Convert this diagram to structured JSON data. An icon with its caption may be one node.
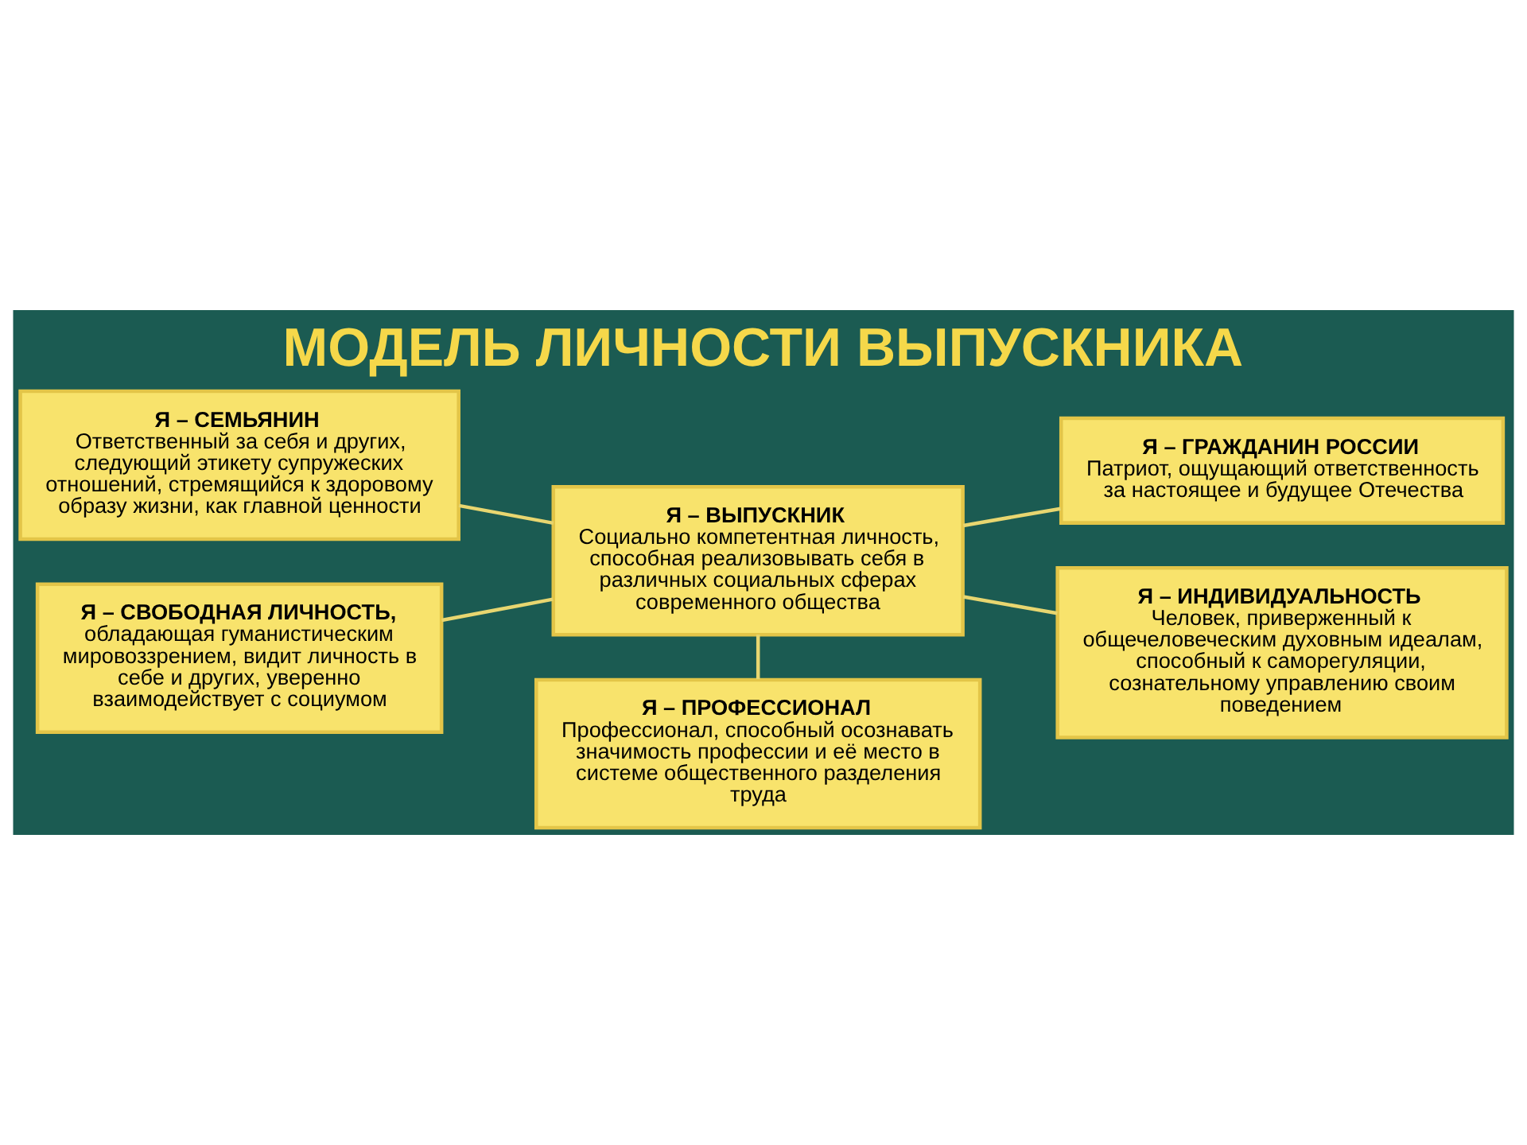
{
  "diagram": {
    "title": "МОДЕЛЬ ЛИЧНОСТИ ВЫПУСКНИКА",
    "nodes": [
      {
        "text": [
          "Я – ВЫПУСКНИК",
          "Социально компетентная личность, способная реализовывать себя в различных социальных сферах современного общества"
        ]
      },
      {
        "text": [
          "Я – СЕМЬЯНИН",
          "Ответственный за себя и других, следующий этикету супружеских отношений, стремящийся к здоровому образу жизни, как главной ценности"
        ]
      },
      {
        "text": [
          "Я – ГРАЖДАНИН РОССИИ",
          "Патриот, ощущающий ответственность за настоящее и будущее Отечества"
        ]
      },
      {
        "text": [
          "Я – СВОБОДНАЯ ЛИЧНОСТЬ,",
          "обладающая гуманистическим мировоззрением, видит личность в себе и других, уверенно взаимодействует с социумом"
        ]
      },
      {
        "text": [
          "Я – ИНДИВИДУАЛЬНОСТЬ",
          "Человек, приверженный к общечеловеческим духовным идеалам, способный к саморегуляции, сознательному управлению своим поведением"
        ]
      },
      {
        "text": [
          "Я – ПРОФЕССИОНАЛ",
          "Профессионал, способный осознавать значимость профессии и её место в системе общественного разделения труда"
        ]
      }
    ],
    "edges": [
      {
        "from": 0,
        "to": 1,
        "arrow": "none"
      },
      {
        "from": 0,
        "to": 2,
        "arrow": "none"
      },
      {
        "from": 0,
        "to": 3,
        "arrow": "none"
      },
      {
        "from": 0,
        "to": 4,
        "arrow": "none"
      },
      {
        "from": 0,
        "to": 5,
        "arrow": "none"
      }
    ]
  }
}
